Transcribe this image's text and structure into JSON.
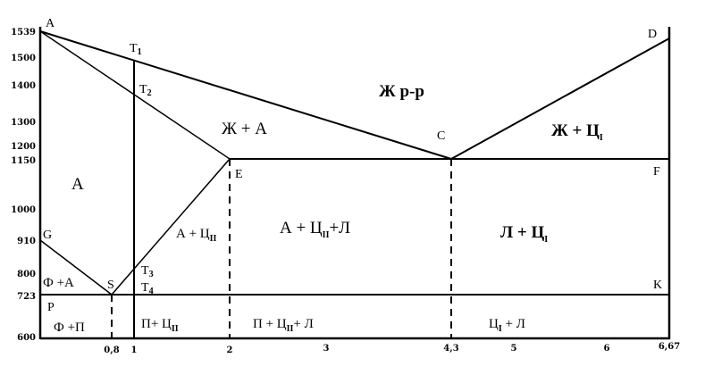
{
  "diagram": {
    "y_ticks": [
      "1539",
      "1500",
      "1400",
      "1300",
      "1200",
      "1150",
      "1000",
      "910",
      "800",
      "723",
      "600"
    ],
    "x_ticks": [
      "0,8",
      "1",
      "2",
      "3",
      "4,3",
      "5",
      "6",
      "6,67"
    ],
    "points": {
      "A": "A",
      "T1": "T",
      "T1_sub": "1",
      "T2": "T",
      "T2_sub": "2",
      "C": "C",
      "D": "D",
      "E": "E",
      "F": "F",
      "G": "G",
      "S": "S",
      "T3": "T",
      "T3_sub": "3",
      "T4": "T",
      "T4_sub": "4",
      "P": "P",
      "K": "K"
    },
    "regions": {
      "liquid": "Ж р-р",
      "liquid_austenite": "Ж + А",
      "liquid_cementite": "Ж + Ц",
      "liquid_cementite_sub": "I",
      "austenite": "А",
      "austenite_cem2": "А + Ц",
      "austenite_cem2_sub": "II",
      "aus_cem2_led": "А + Ц",
      "aus_cem2_led_sub": "II",
      "aus_cem2_led_tail": "+Л",
      "led_cem1": "Л + Ц",
      "led_cem1_sub": "I",
      "ferrite_austenite": "Ф +А",
      "ferrite_pearlite": "Ф +П",
      "pearlite_cem2": "П+ Ц",
      "pearlite_cem2_sub": "II",
      "pearlite_cem2_led": "П + Ц",
      "pearlite_cem2_led_sub": "II",
      "pearlite_cem2_led_tail": "+ Л",
      "cem1_led": "Ц",
      "cem1_led_sub": "I",
      "cem1_led_tail": " + Л"
    }
  }
}
